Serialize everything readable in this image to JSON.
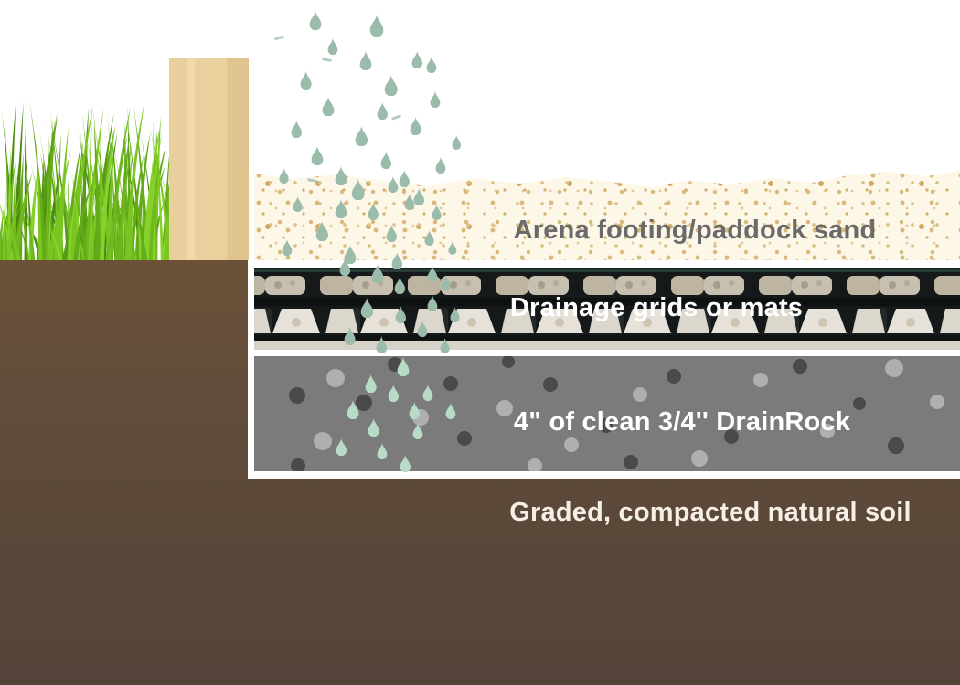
{
  "layers": {
    "sand": {
      "label": "Arena footing/paddock sand"
    },
    "drainage": {
      "label": "Drainage grids or mats"
    },
    "drainrock": {
      "label": "4\" of clean 3/4'' DrainRock"
    },
    "soil": {
      "label": "Graded, compacted natural soil"
    }
  },
  "colors": {
    "sand_bg": "#fdf7e8",
    "sand_dot": "#d9ba7d",
    "sand_text": "#6b6a6a",
    "drainage_dark": "#16191a",
    "rock_bg": "#7c7b7b",
    "rock_dot_dark": "#4a4a4a",
    "rock_dot_light": "#b0afaf",
    "soil_top": "#6b5138",
    "soil_bottom": "#544439",
    "raindrop": "#9cbcab",
    "raindrop_light": "#b7dbc7",
    "post": "#e9d09d",
    "grass_greens": [
      "#4c8a10",
      "#589c14",
      "#63ab18",
      "#6fb81d",
      "#7ac522",
      "#86d22a"
    ],
    "label_white": "#ffffff",
    "label_soil": "#f6efe5"
  },
  "raindrops": [
    [
      338,
      12,
      1.0
    ],
    [
      404,
      16,
      1.15
    ],
    [
      450,
      56,
      0.9
    ],
    [
      358,
      42,
      0.85
    ],
    [
      393,
      56,
      1.0
    ],
    [
      328,
      78,
      0.95
    ],
    [
      420,
      82,
      1.1
    ],
    [
      466,
      62,
      0.85
    ],
    [
      352,
      106,
      1.0
    ],
    [
      412,
      112,
      0.9
    ],
    [
      470,
      100,
      0.85
    ],
    [
      318,
      132,
      0.9
    ],
    [
      388,
      138,
      1.05
    ],
    [
      448,
      128,
      0.95
    ],
    [
      494,
      148,
      0.75
    ],
    [
      340,
      160,
      1.0
    ],
    [
      416,
      166,
      0.9
    ],
    [
      476,
      172,
      0.85
    ],
    [
      305,
      184,
      0.8
    ],
    [
      366,
      182,
      1.0
    ],
    [
      436,
      186,
      0.9
    ],
    [
      384,
      196,
      1.1
    ],
    [
      424,
      193,
      0.85
    ],
    [
      452,
      206,
      0.9
    ],
    [
      320,
      215,
      0.8
    ],
    [
      366,
      218,
      1.0
    ],
    [
      402,
      222,
      0.9
    ],
    [
      442,
      212,
      0.85
    ],
    [
      472,
      224,
      0.8
    ],
    [
      345,
      242,
      1.05
    ],
    [
      422,
      246,
      0.9
    ],
    [
      464,
      252,
      0.8
    ],
    [
      490,
      264,
      0.7
    ],
    [
      308,
      262,
      0.85
    ],
    [
      376,
      268,
      1.0
    ],
    [
      428,
      276,
      0.9
    ],
    [
      371,
      283,
      0.9
    ],
    [
      406,
      289,
      1.0
    ],
    [
      431,
      303,
      0.9
    ],
    [
      467,
      291,
      0.85
    ],
    [
      482,
      301,
      0.8
    ],
    [
      394,
      326,
      1.05
    ],
    [
      432,
      335,
      0.9
    ],
    [
      467,
      323,
      0.85
    ],
    [
      492,
      336,
      0.8
    ],
    [
      376,
      358,
      0.95
    ],
    [
      411,
      368,
      0.9
    ],
    [
      456,
      351,
      0.85
    ],
    [
      481,
      370,
      0.8
    ],
    [
      434,
      391,
      1.0
    ],
    [
      399,
      410,
      0.95
    ],
    [
      424,
      421,
      0.9
    ],
    [
      462,
      421,
      0.85
    ],
    [
      379,
      438,
      1.0
    ],
    [
      487,
      441,
      0.85
    ],
    [
      447,
      440,
      0.9
    ],
    [
      402,
      458,
      0.95
    ],
    [
      451,
      463,
      0.85
    ],
    [
      367,
      480,
      0.9
    ],
    [
      412,
      485,
      0.85
    ],
    [
      437,
      498,
      0.9
    ]
  ],
  "flecks": [
    [
      300,
      40,
      -15
    ],
    [
      352,
      64,
      12
    ],
    [
      428,
      127,
      -20
    ],
    [
      336,
      196,
      10
    ]
  ],
  "rock_dots": {
    "dark": [
      [
        325,
        433,
        9
      ],
      [
        398,
        441,
        9
      ],
      [
        432,
        399,
        8
      ],
      [
        493,
        420,
        8
      ],
      [
        508,
        480,
        8
      ],
      [
        326,
        510,
        8
      ],
      [
        556,
        396,
        7
      ],
      [
        602,
        421,
        8
      ],
      [
        663,
        466,
        8
      ],
      [
        690,
        506,
        8
      ],
      [
        737,
        412,
        8
      ],
      [
        800,
        478,
        8
      ],
      [
        875,
        401,
        8
      ],
      [
        940,
        442,
        7
      ],
      [
        980,
        488,
        9
      ]
    ],
    "light": [
      [
        367,
        414,
        10
      ],
      [
        353,
        483,
        10
      ],
      [
        460,
        457,
        9
      ],
      [
        552,
        447,
        9
      ],
      [
        585,
        510,
        8
      ],
      [
        625,
        487,
        8
      ],
      [
        700,
        432,
        8
      ],
      [
        765,
        502,
        9
      ],
      [
        832,
        416,
        8
      ],
      [
        905,
        472,
        8
      ],
      [
        978,
        403,
        10
      ],
      [
        1025,
        440,
        8
      ]
    ]
  }
}
